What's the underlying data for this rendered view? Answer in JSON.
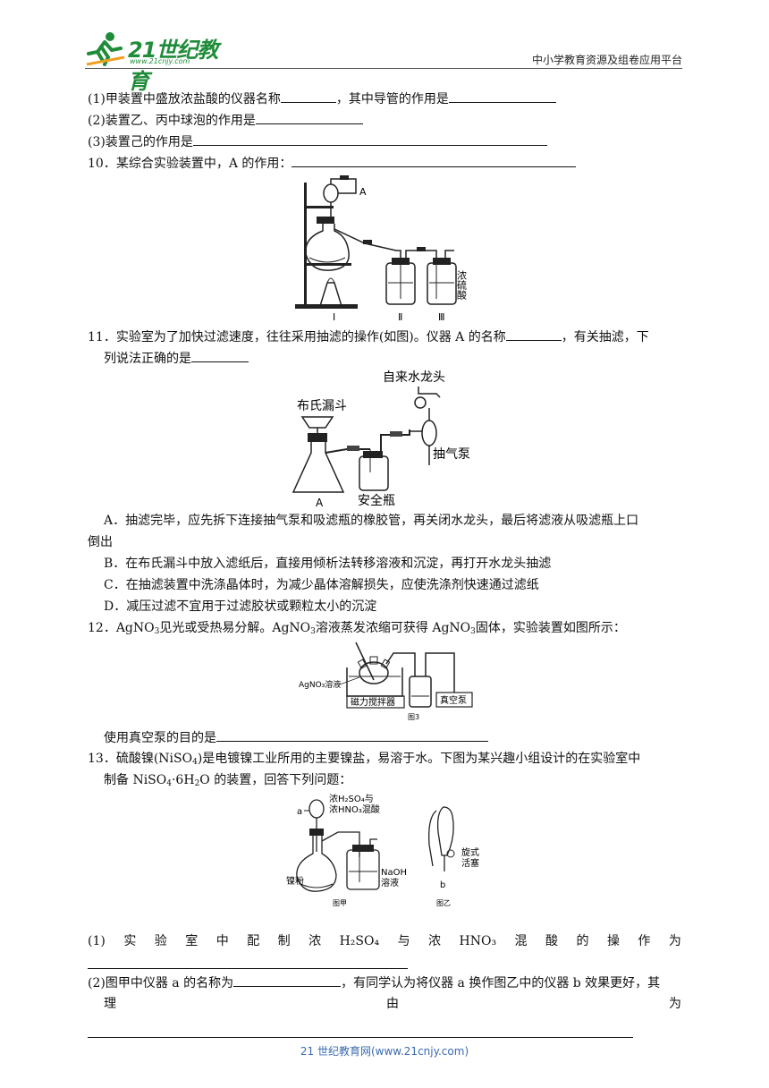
{
  "header": {
    "logo_text": "21世纪教育",
    "logo_url": "www.21cnjy.com",
    "right": "中小学教育资源及组卷应用平台"
  },
  "q9": {
    "p1_a": "(1)甲装置中盛放浓盐酸的仪器名称",
    "p1_b": "，其中导管的作用是",
    "p2": "(2)装置乙、丙中球泡的作用是",
    "p3": "(3)装置己的作用是"
  },
  "q10": {
    "stem": "10．某综合实验装置中，A 的作用：",
    "fig": {
      "label_A": "A",
      "ylabel": "浓硫酸",
      "labels": [
        "Ⅰ",
        "Ⅱ",
        "Ⅲ"
      ]
    }
  },
  "q11": {
    "stem_a": "11．实验室为了加快过滤速度，往往采用抽滤的操作(如图)。仪器 A 的名称",
    "stem_b": "，有关抽滤，下",
    "stem_c": "列说法正确的是",
    "fig": {
      "faucet": "自来水龙头",
      "funnel": "布氏漏斗",
      "pump": "抽气泵",
      "safety": "安全瓶",
      "A": "A"
    },
    "options": {
      "A1": "A．抽滤完毕，应先拆下连接抽气泵和吸滤瓶的橡胶管，再关闭水龙头，最后将滤液从吸滤瓶上口",
      "A2": "倒出",
      "B": "B．在布氏漏斗中放入滤纸后，直接用倾析法转移溶液和沉淀，再打开水龙头抽滤",
      "C": "C．在抽滤装置中洗涤晶体时，为减少晶体溶解损失，应使洗涤剂快速通过滤纸",
      "D": "D．减压过滤不宜用于过滤胶状或颗粒太小的沉淀"
    }
  },
  "q12": {
    "stem_1": "12．AgNO",
    "stem_2": "见光或受热易分解。AgNO",
    "stem_3": "溶液蒸发浓缩可获得  AgNO",
    "stem_4": "固体，实验装置如图所示：",
    "fig": {
      "solution": "AgNO₃溶液",
      "stirrer": "磁力搅拌器",
      "pump": "真空泵",
      "caption": "图3"
    },
    "q": "使用真空泵的目的是"
  },
  "q13": {
    "stem_1a": "13．硫酸镍(NiSO",
    "stem_1b": ")是电镀镍工业所用的主要镍盐，易溶于水。下图为某兴趣小组设计的在实验室中",
    "stem_2a": "制备 NiSO",
    "stem_2b": "·6H",
    "stem_2c": "O 的装置，回答下列问题：",
    "fig": {
      "acid1": "浓H₂SO₄与",
      "acid2": "浓HNO₃混酸",
      "a": "a",
      "nickel": "镍粉",
      "naoh1": "NaOH",
      "naoh2": "溶液",
      "cap1": "图甲",
      "valve1": "旋式",
      "valve2": "活塞",
      "b": "b",
      "cap2": "图乙"
    },
    "p1_words": [
      "(1)",
      "实",
      "验",
      "室",
      "中",
      "配",
      "制",
      "浓",
      "H₂SO₄",
      "与",
      "浓",
      "HNO₃",
      "混",
      "酸",
      "的",
      "操",
      "作",
      "为"
    ],
    "p2_a": "(2)图甲中仪器 a 的名称为",
    "p2_b": "，有同学认为将仪器 a 换作图乙中的仪器 b 效果更好，其",
    "p2_c": [
      "理",
      "由",
      "为"
    ]
  },
  "footer": "21 世纪教育网(www.21cnjy.com)"
}
